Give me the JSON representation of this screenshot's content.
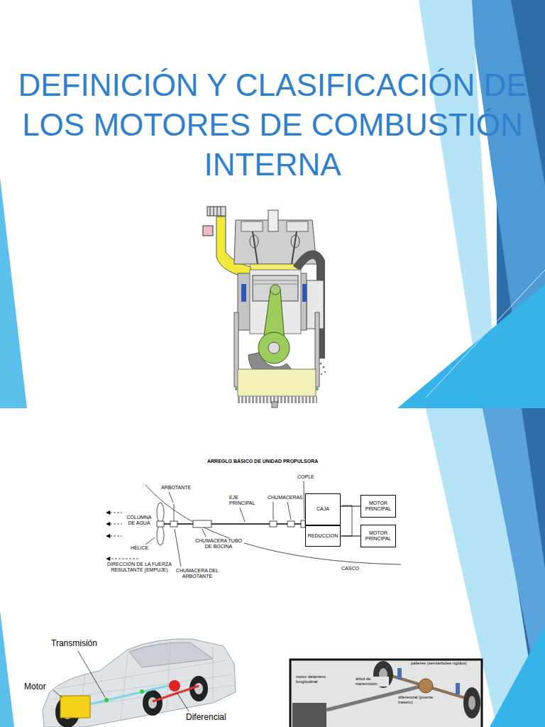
{
  "diagram": {
    "title": "DEFINICIÓN Y CLASIFICACIÓN DE LOS MOTORES DE COMBUSTIÓN INTERNA",
    "nodes": [
      {
        "text": [
          "CAJA"
        ]
      },
      {
        "text": [
          "REDUCCION"
        ]
      },
      {
        "text": [
          "MOTOR PRINCIPAL"
        ]
      },
      {
        "text": [
          "MOTOR PRINCIPAL"
        ]
      }
    ],
    "edges": [
      {
        "from": 2,
        "to": 0,
        "arrow": "none"
      },
      {
        "from": 3,
        "to": 1,
        "arrow": "none"
      }
    ],
    "labels": [
      "ARREGLO BÁSICO DE UNIDAD PROPULSORA",
      "ARBOTANTE",
      "COPLE",
      "EJE PRINCIPAL",
      "CHUMACERAS",
      "COLUMNA DE AGUA",
      "HÉLICE",
      "CHUMACERA TUBO DE BOCINA",
      "DIRECCION DE LA FUERZA RESULTANTE (EMPUJE)",
      "CHUMACERA DEL ARBOTANTE",
      "CASCO",
      "Transmisión",
      "Motor",
      "Diferencial",
      "palieres (semiárboles rígidos)",
      "motor delantero longitudinal",
      "árbol de transmisión",
      "diferencial (puente trasero)"
    ]
  }
}
